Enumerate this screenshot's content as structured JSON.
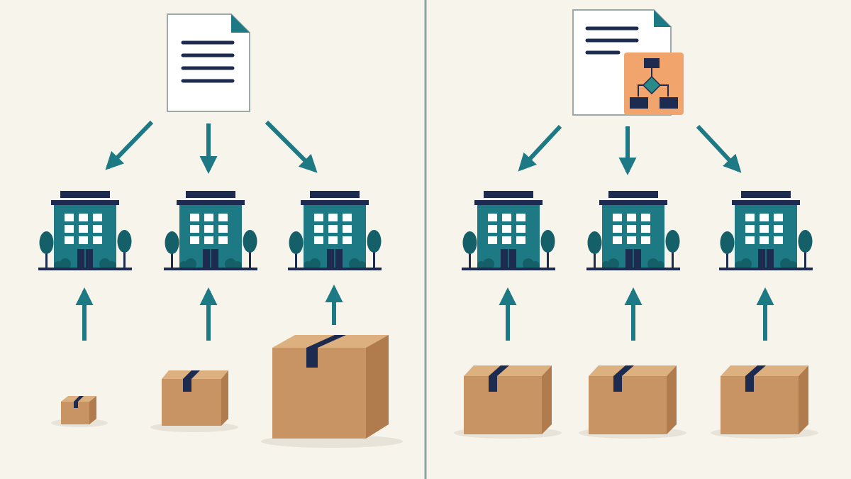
{
  "colors": {
    "background": "#f7f4ec",
    "divider": "#8fa6a6",
    "teal": "#1d7a85",
    "teal_dark": "#155f68",
    "navy": "#1c2b4f",
    "window": "#ffffff",
    "box_front": "#c99464",
    "box_side": "#b07c4d",
    "box_top": "#ddb080",
    "paper": "#ffffff",
    "paper_border": "#9aaaa8",
    "fold": "#1d7a85",
    "flowchart_bg": "#f2a46d",
    "flowchart_diamond": "#2a8a8a"
  },
  "panels": [
    {
      "name": "uniform-document",
      "document_icon": "document-icon",
      "has_flowchart": false,
      "arrow_to_offices": "arrow-down-icon",
      "offices": 3,
      "boxes": [
        {
          "size": "small"
        },
        {
          "size": "medium"
        },
        {
          "size": "large"
        }
      ]
    },
    {
      "name": "document-with-flowchart",
      "document_icon": "document-icon",
      "has_flowchart": true,
      "flowchart_icon": "flowchart-icon",
      "arrow_to_offices": "arrow-down-icon",
      "offices": 3,
      "boxes": [
        {
          "size": "medium"
        },
        {
          "size": "medium"
        },
        {
          "size": "medium"
        }
      ]
    }
  ]
}
